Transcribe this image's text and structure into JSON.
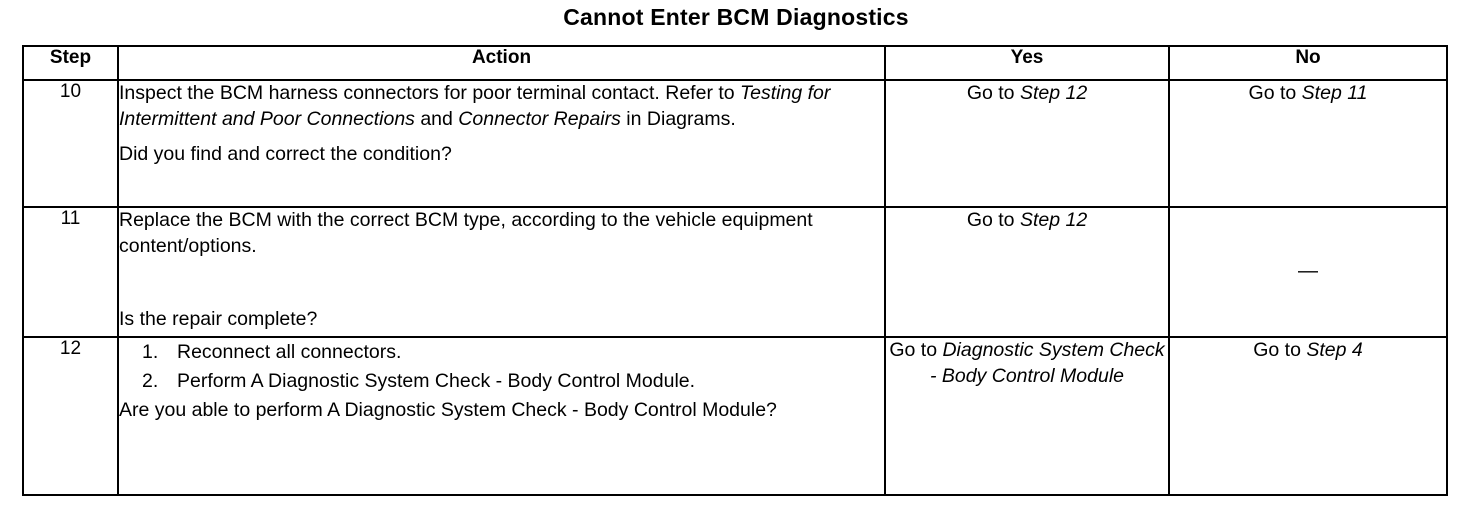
{
  "document": {
    "title": "Cannot Enter BCM Diagnostics"
  },
  "table": {
    "headers": {
      "step": "Step",
      "action": "Action",
      "yes": "Yes",
      "no": "No"
    },
    "rows": [
      {
        "step": "10",
        "action": {
          "paragraph_1_part_1": "Inspect the BCM harness connectors for poor terminal contact. Refer to ",
          "paragraph_1_italic_1": "Testing for Intermittent and Poor Connections",
          "paragraph_1_part_2": " and ",
          "paragraph_1_italic_2": "Connector Repairs",
          "paragraph_1_part_3": " in Diagrams.",
          "question": "Did you find and correct the condition?"
        },
        "yes": {
          "prefix": "Go to ",
          "italic": "Step 12"
        },
        "no": {
          "prefix": "Go to ",
          "italic": "Step 11"
        }
      },
      {
        "step": "11",
        "action": {
          "paragraph_1": "Replace the BCM with the correct BCM type, according to the vehicle equipment content/options.",
          "question": "Is the repair complete?"
        },
        "yes": {
          "prefix": "Go to ",
          "italic": "Step 12"
        },
        "no": {
          "dash": "—"
        }
      },
      {
        "step": "12",
        "action": {
          "list": [
            {
              "num": "1.",
              "text": "Reconnect all connectors."
            },
            {
              "num": "2.",
              "text": "Perform A Diagnostic System Check - Body Control Module."
            }
          ],
          "question": "Are you able to perform A Diagnostic System Check - Body Control Module?"
        },
        "yes": {
          "prefix": "Go to ",
          "italic": "Diagnostic System Check - Body Control Module"
        },
        "no": {
          "prefix": "Go to ",
          "italic": "Step 4"
        }
      }
    ]
  }
}
